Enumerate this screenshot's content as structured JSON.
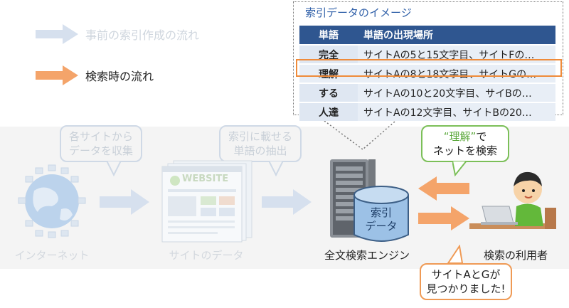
{
  "legend": {
    "pre_index_flow": "事前の索引作成の流れ",
    "search_flow": "検索時の流れ"
  },
  "popup": {
    "title": "索引データのイメージ",
    "headers": [
      "単語",
      "単語の出現場所"
    ],
    "rows": [
      {
        "word": "完全",
        "locations": "サイトAの5と15文字目、サイトFの…"
      },
      {
        "word": "理解",
        "locations": "サイトAの8と18文字目、サイトGの…"
      },
      {
        "word": "する",
        "locations": "サイトAの10と20文字目、サイBの…"
      },
      {
        "word": "人達",
        "locations": "サイトAの12文字目、サイトBの20…"
      }
    ],
    "highlighted_row": "理解"
  },
  "callouts": {
    "collect": [
      "各サイトから",
      "データを収集"
    ],
    "extract": [
      "索引に載せる",
      "単語の抽出"
    ],
    "query_quote": "“理解”",
    "query_suffix": "で",
    "query_line2": "ネットを検索",
    "result_line1": "サイトAとGが",
    "result_line2": "見つかりました!"
  },
  "labels": {
    "internet": "インターネット",
    "site_data": "サイトのデータ",
    "engine": "全文検索エンジン",
    "user": "検索の利用者",
    "website_banner": "WEBSITE",
    "index_db": [
      "索引",
      "データ"
    ]
  },
  "colors": {
    "faded_arrow": "#d6e0ee",
    "orange_arrow": "#f4a46a",
    "table_header": "#2f5690",
    "highlight": "#ef8b3a",
    "db_blue": "#9cc1e6"
  }
}
